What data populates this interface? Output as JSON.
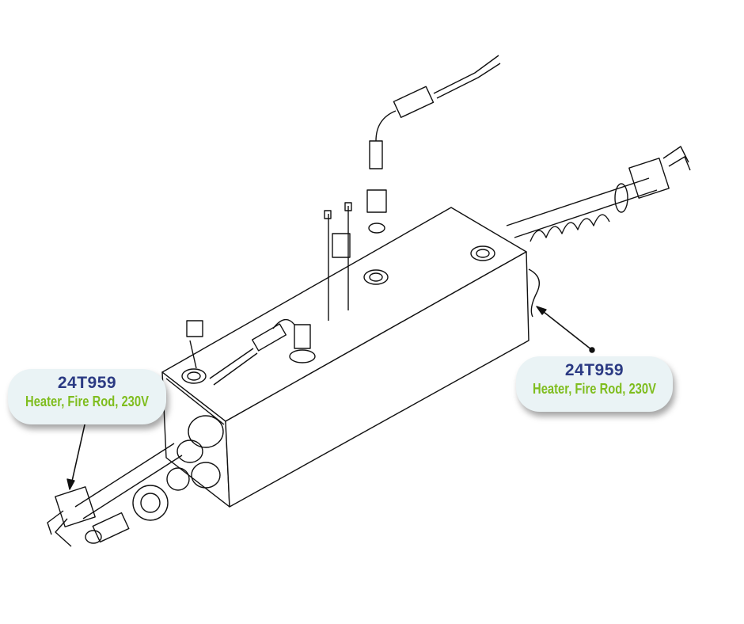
{
  "callouts": [
    {
      "part_number": "24T959",
      "description": "Heater, Fire Rod, 230V"
    },
    {
      "part_number": "24T959",
      "description": "Heater, Fire Rod, 230V"
    }
  ],
  "colors": {
    "part_number": "#2b3a83",
    "description": "#7fbd1e",
    "callout_bg": "#eaf3f5"
  }
}
